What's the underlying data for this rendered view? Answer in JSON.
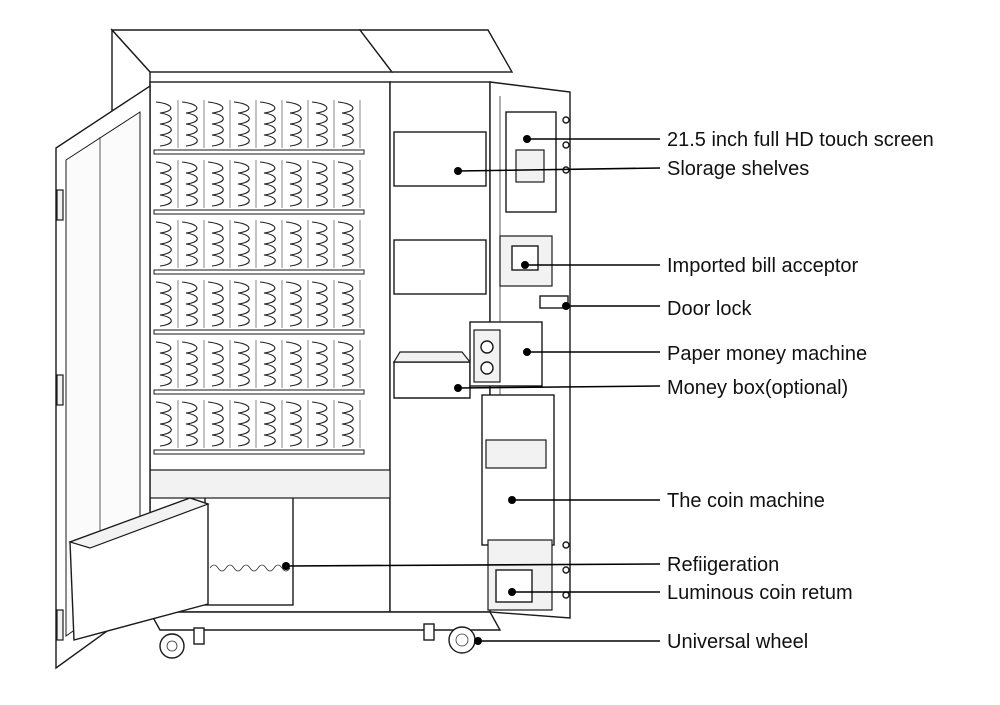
{
  "diagram": {
    "callouts": [
      {
        "id": "screen",
        "label": "21.5 inch full HD touch screen"
      },
      {
        "id": "shelves",
        "label": "Slorage shelves"
      },
      {
        "id": "bill",
        "label": "Imported bill acceptor"
      },
      {
        "id": "lock",
        "label": "Door lock"
      },
      {
        "id": "paper",
        "label": "Paper money machine"
      },
      {
        "id": "moneybox",
        "label": "Money box(optional)"
      },
      {
        "id": "coin",
        "label": "The coin machine"
      },
      {
        "id": "refrig",
        "label": "Refiigeration"
      },
      {
        "id": "coinreturn",
        "label": "Luminous coin retum"
      },
      {
        "id": "wheel",
        "label": "Universal wheel"
      }
    ]
  }
}
